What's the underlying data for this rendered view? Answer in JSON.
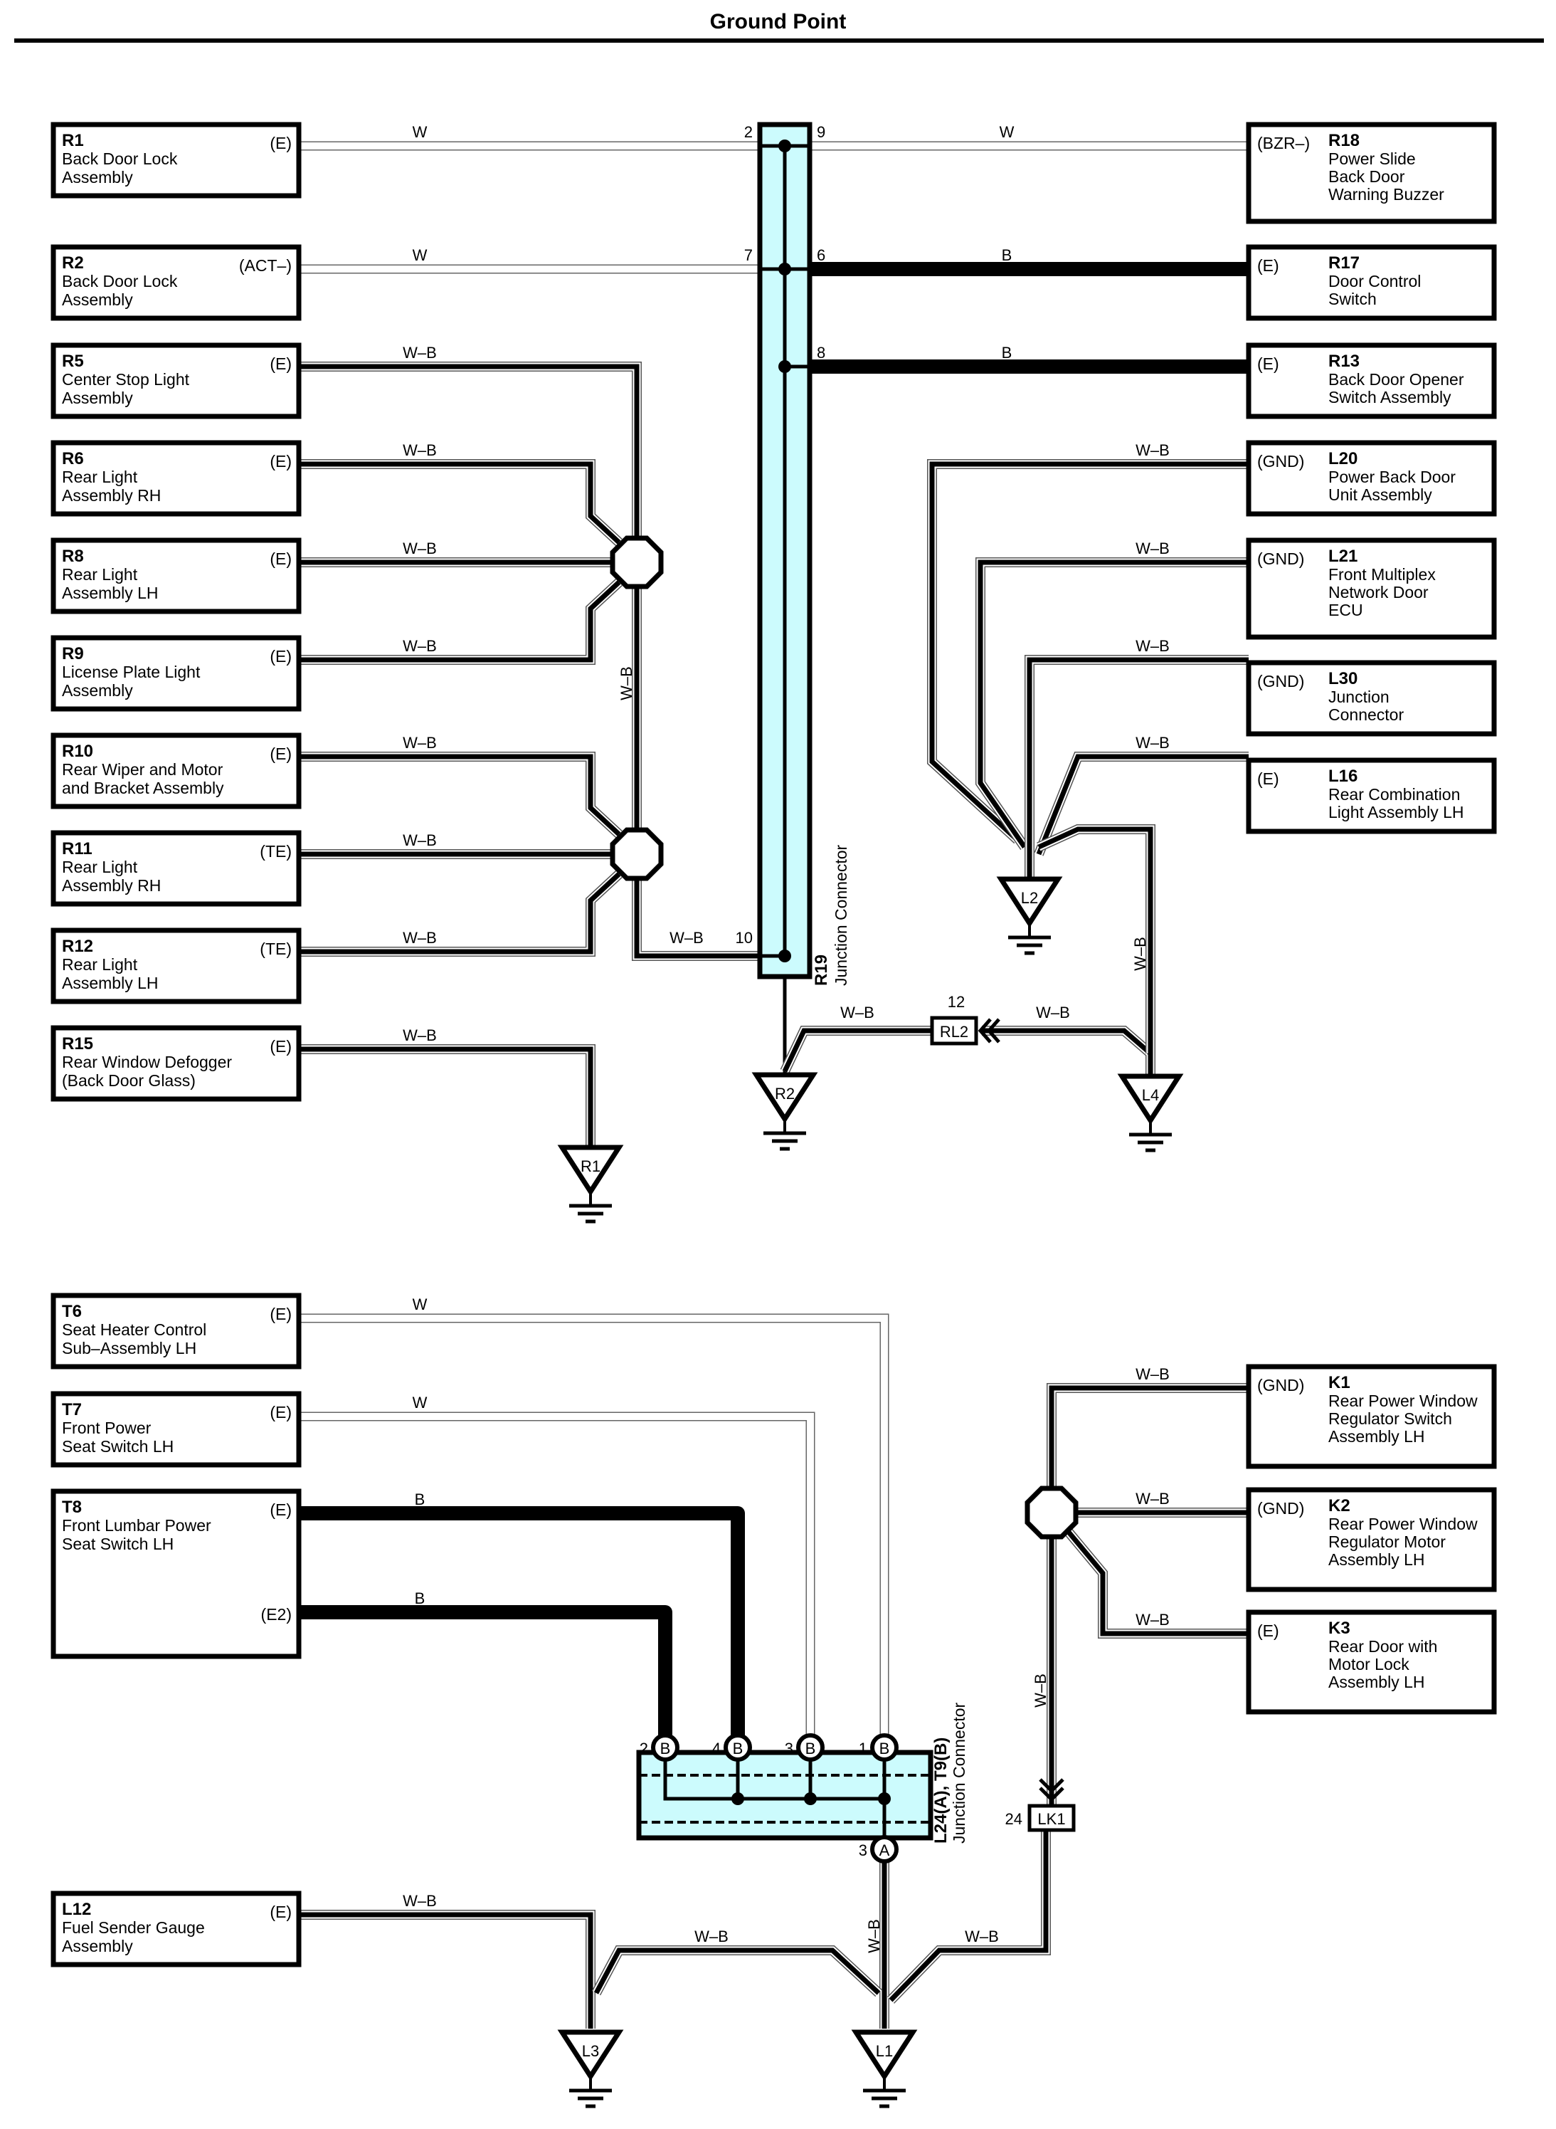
{
  "title": "Ground Point",
  "components": {
    "R1": {
      "id": "R1",
      "name": [
        "Back Door Lock",
        "Assembly"
      ],
      "terminal": "(E)"
    },
    "R2": {
      "id": "R2",
      "name": [
        "Back Door Lock",
        "Assembly"
      ],
      "terminal": "(ACT–)"
    },
    "R5": {
      "id": "R5",
      "name": [
        "Center Stop Light",
        "Assembly"
      ],
      "terminal": "(E)"
    },
    "R6": {
      "id": "R6",
      "name": [
        "Rear Light",
        "Assembly RH"
      ],
      "terminal": "(E)"
    },
    "R8": {
      "id": "R8",
      "name": [
        "Rear Light",
        "Assembly LH"
      ],
      "terminal": "(E)"
    },
    "R9": {
      "id": "R9",
      "name": [
        "License Plate Light",
        "Assembly"
      ],
      "terminal": "(E)"
    },
    "R10": {
      "id": "R10",
      "name": [
        "Rear Wiper and Motor",
        "and Bracket Assembly"
      ],
      "terminal": "(E)"
    },
    "R11": {
      "id": "R11",
      "name": [
        "Rear Light",
        "Assembly RH"
      ],
      "terminal": "(TE)"
    },
    "R12": {
      "id": "R12",
      "name": [
        "Rear Light",
        "Assembly LH"
      ],
      "terminal": "(TE)"
    },
    "R15": {
      "id": "R15",
      "name": [
        "Rear Window Defogger",
        "(Back Door Glass)"
      ],
      "terminal": "(E)"
    },
    "R18": {
      "id": "R18",
      "name": [
        "Power Slide",
        "Back Door",
        "Warning Buzzer"
      ],
      "terminal": "(BZR–)"
    },
    "R17": {
      "id": "R17",
      "name": [
        "Door Control",
        "Switch"
      ],
      "terminal": "(E)"
    },
    "R13": {
      "id": "R13",
      "name": [
        "Back Door Opener",
        "Switch Assembly"
      ],
      "terminal": "(E)"
    },
    "L20": {
      "id": "L20",
      "name": [
        "Power Back Door",
        "Unit Assembly"
      ],
      "terminal": "(GND)"
    },
    "L21": {
      "id": "L21",
      "name": [
        "Front Multiplex",
        "Network Door",
        "ECU"
      ],
      "terminal": "(GND)"
    },
    "L30": {
      "id": "L30",
      "name": [
        "Junction",
        "Connector"
      ],
      "terminal": "(GND)"
    },
    "L16": {
      "id": "L16",
      "name": [
        "Rear Combination",
        "Light Assembly LH"
      ],
      "terminal": "(E)"
    },
    "T6": {
      "id": "T6",
      "name": [
        "Seat Heater Control",
        "Sub–Assembly LH"
      ],
      "terminal": "(E)"
    },
    "T7": {
      "id": "T7",
      "name": [
        "Front Power",
        "Seat Switch LH"
      ],
      "terminal": "(E)"
    },
    "T8": {
      "id": "T8",
      "name": [
        "Front Lumbar Power",
        "Seat Switch LH"
      ],
      "terminal": "(E)",
      "terminal2": "(E2)"
    },
    "K1": {
      "id": "K1",
      "name": [
        "Rear Power Window",
        "Regulator Switch",
        "Assembly LH"
      ],
      "terminal": "(GND)"
    },
    "K2": {
      "id": "K2",
      "name": [
        "Rear Power Window",
        "Regulator Motor",
        "Assembly LH"
      ],
      "terminal": "(GND)"
    },
    "K3": {
      "id": "K3",
      "name": [
        "Rear Door with",
        "Motor Lock",
        "Assembly LH"
      ],
      "terminal": "(E)"
    },
    "L12": {
      "id": "L12",
      "name": [
        "Fuel Sender Gauge",
        "Assembly"
      ],
      "terminal": "(E)"
    }
  },
  "wire_colors": {
    "W": "W",
    "B": "B",
    "WB": "W–B"
  },
  "junctions": {
    "R19": {
      "id": "R19",
      "name": "Junction Connector",
      "pins": {
        "left_top": "2",
        "right_top": "9",
        "left_mid": "7",
        "right_mid": "6",
        "right_low": "8",
        "left_bottom": "10"
      }
    },
    "L24": {
      "id": "L24(A), T9(B)",
      "name": "Junction Connector",
      "pins": [
        {
          "num": "2",
          "letter": "B"
        },
        {
          "num": "4",
          "letter": "B"
        },
        {
          "num": "3",
          "letter": "B"
        },
        {
          "num": "1",
          "letter": "B"
        }
      ],
      "bottom_pin": {
        "num": "3",
        "letter": "A"
      }
    }
  },
  "inline_connectors": {
    "RL2": {
      "id": "RL2",
      "pin": "12"
    },
    "LK1": {
      "id": "LK1",
      "pin": "24"
    }
  },
  "grounds": [
    "R1",
    "R2",
    "L2",
    "L4",
    "L3",
    "L1"
  ]
}
